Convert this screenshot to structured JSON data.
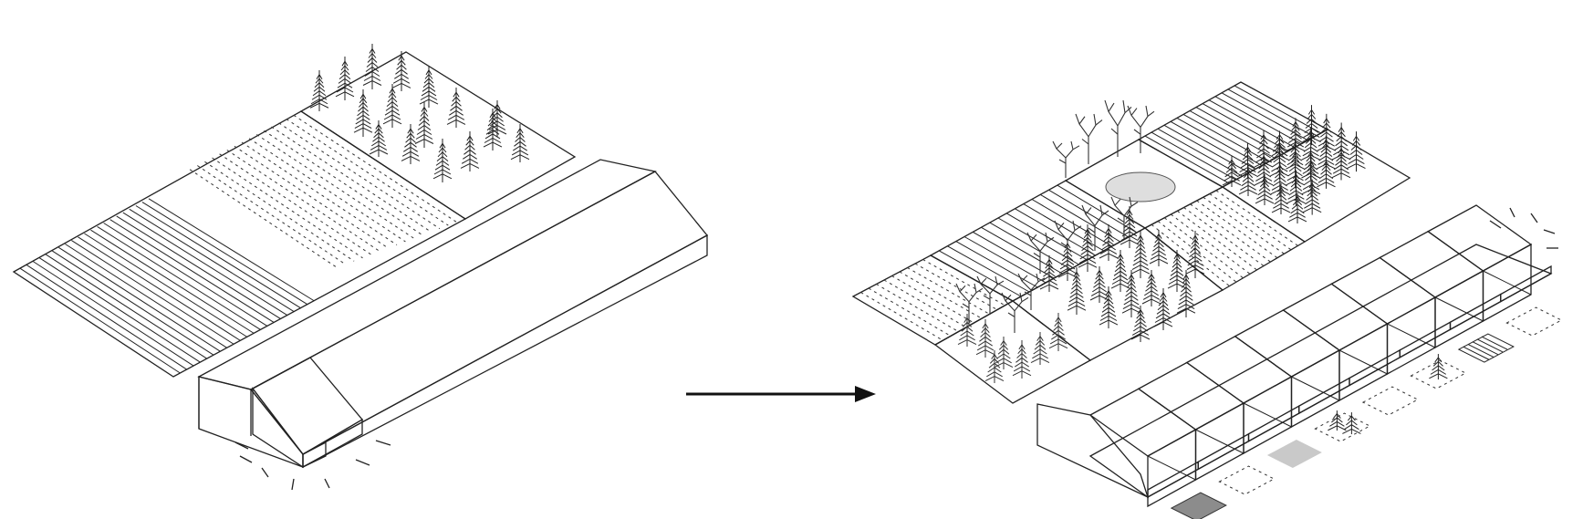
{
  "colors": {
    "background": "#ffffff",
    "line": "#222222",
    "greenhouse_fill": "#c8dcc7",
    "highlight_fill": "#efb9b6",
    "forest_fill": "#c4c4c4",
    "dark_forest_fill": "#9a9a9a",
    "pond_fill": "#dedede",
    "unit_wall": "#e9e9e9",
    "dark_tile": "#8c8c8c",
    "light_tile": "#c9c9c9"
  },
  "icons": {
    "arrow": "arrow-right-icon",
    "tree": "conifer-tree-icon",
    "bare_tree": "bare-tree-icon",
    "highlight": "radiating-lines-icon"
  },
  "scene": {
    "before": {
      "parcels": [
        "ploughed-rows",
        "seedling-dots",
        "conifer-forest"
      ],
      "building": "greenhouse-with-highlighted-module"
    },
    "after": {
      "parcels": [
        "ploughed-rows",
        "marsh-pond",
        "conifer-forest",
        "dead-forest",
        "mixed-forest",
        "seedling-dots"
      ],
      "building": "greenhouse-divided-into-units",
      "unit_count": 8
    }
  }
}
